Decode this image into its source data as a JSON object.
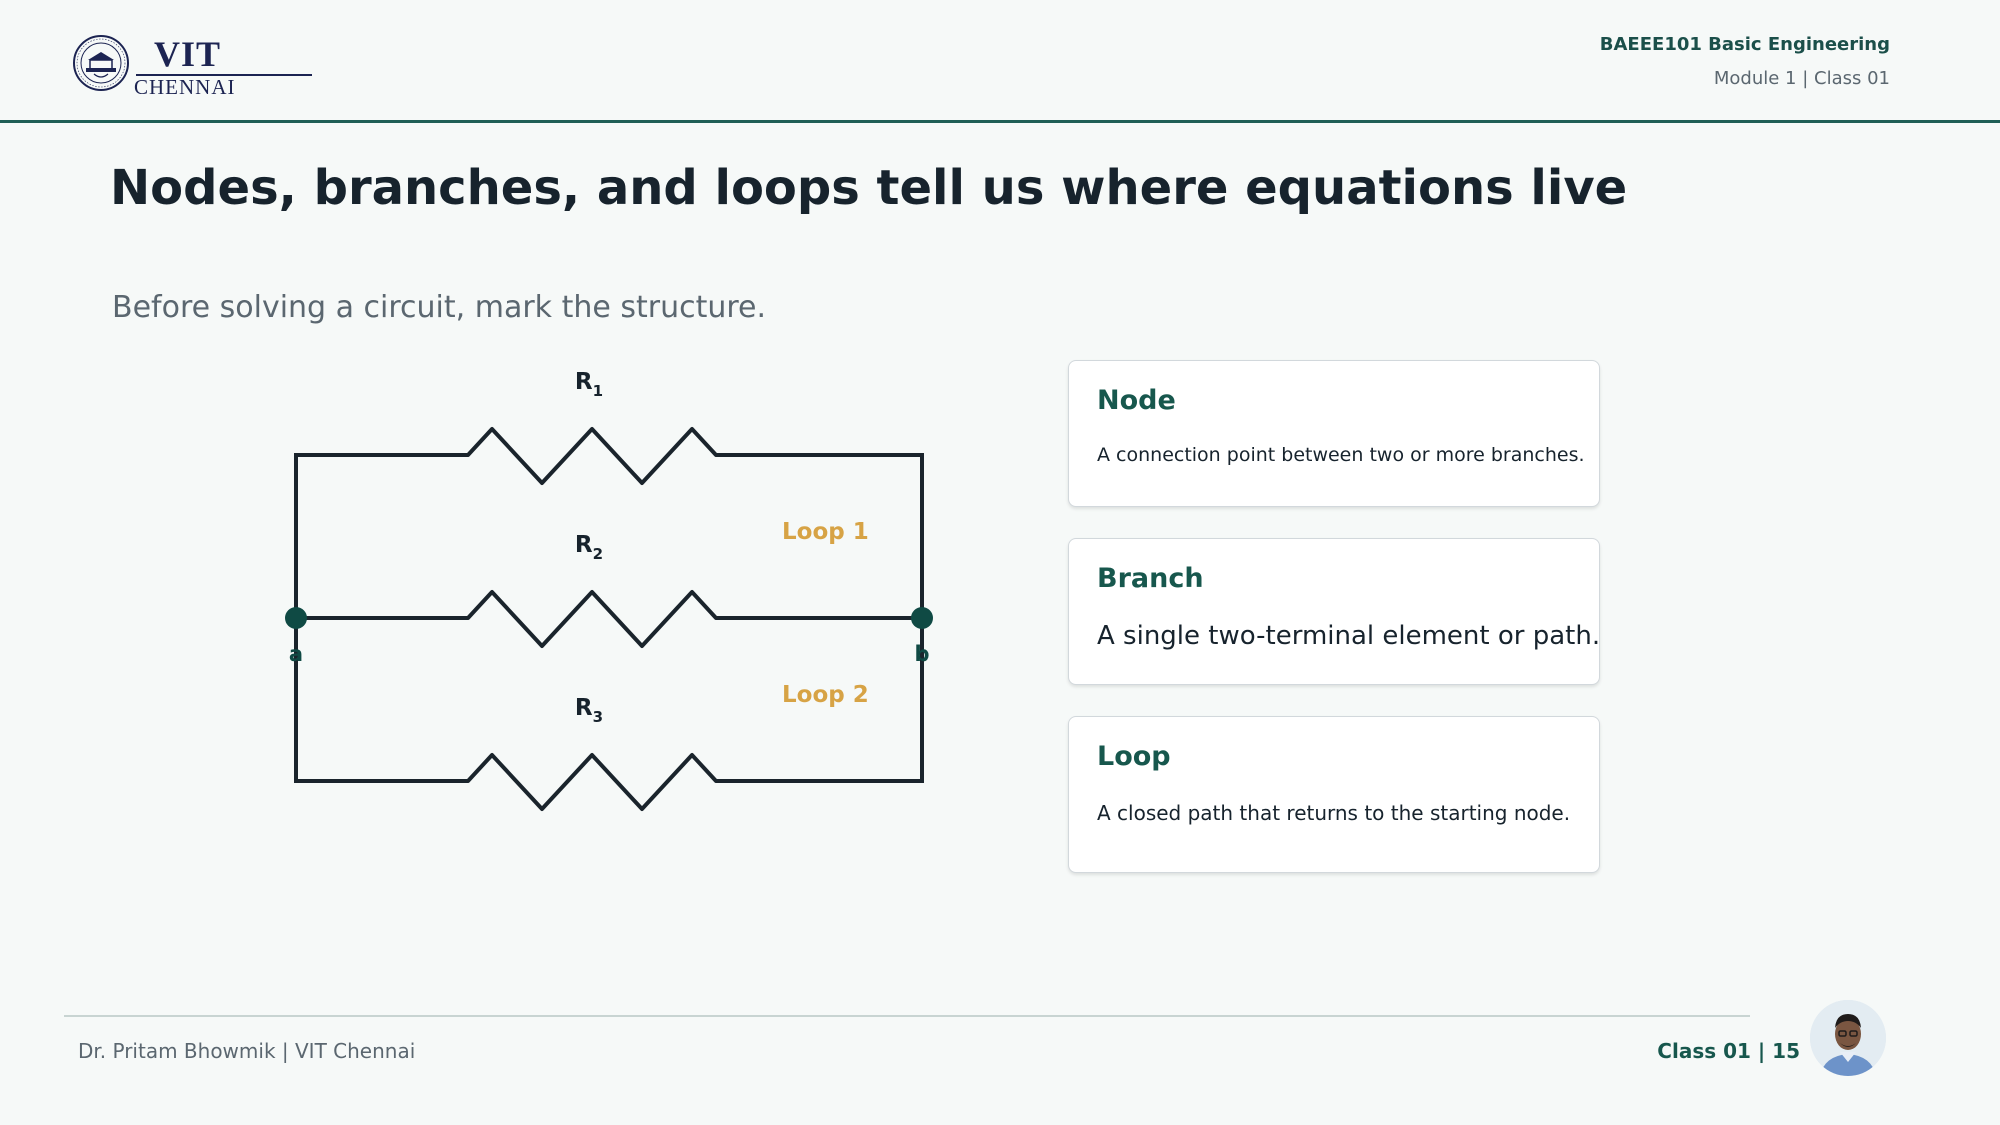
{
  "header": {
    "logo": {
      "line1": "VIT",
      "line2": "CHENNAI"
    },
    "course": "BAEEE101 Basic Engineering",
    "module": "Module 1 | Class 01"
  },
  "slide": {
    "title": "Nodes, branches, and loops tell us where equations live",
    "subtitle": "Before solving a circuit, mark the structure."
  },
  "circuit": {
    "resistors": [
      {
        "label": "R",
        "sub": "1"
      },
      {
        "label": "R",
        "sub": "2"
      },
      {
        "label": "R",
        "sub": "3"
      }
    ],
    "nodes": [
      "a",
      "b"
    ],
    "loops": [
      "Loop 1",
      "Loop 2"
    ],
    "colors": {
      "wire": "#1a242c",
      "node": "#0f4a44",
      "loop": "#d7a345"
    }
  },
  "cards": [
    {
      "title": "Node",
      "description": "A connection point between two or more branches."
    },
    {
      "title": "Branch",
      "description": "A single two-terminal element or path."
    },
    {
      "title": "Loop",
      "description": "A closed path that returns to the starting node."
    }
  ],
  "footer": {
    "author": "Dr. Pritam Bhowmik | VIT Chennai",
    "page": "Class 01 | 15"
  },
  "colors": {
    "accent": "#1f5f56",
    "background": "#f6f9f8",
    "title": "#17232d"
  }
}
